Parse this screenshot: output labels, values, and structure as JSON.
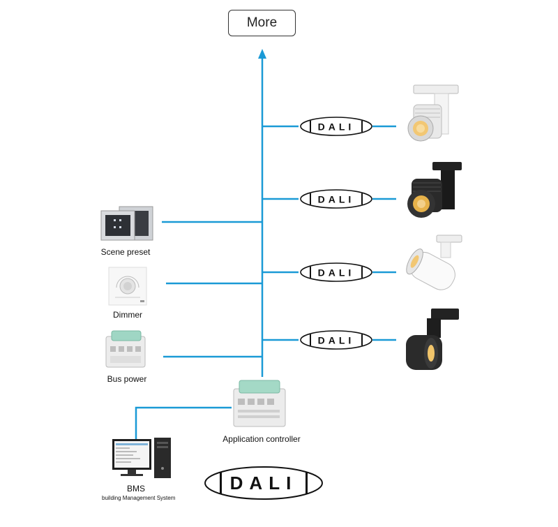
{
  "top": {
    "more_label": "More"
  },
  "inputs": [
    {
      "label": "Scene preset",
      "icon": "scene-preset-panel-icon"
    },
    {
      "label": "Dimmer",
      "icon": "dimmer-knob-icon"
    },
    {
      "label": "Bus power",
      "icon": "bus-power-module-icon"
    }
  ],
  "controller": {
    "label": "Application controller",
    "icon": "controller-module-icon"
  },
  "bms": {
    "label": "BMS",
    "sublabel": "building Management System",
    "icon": "computer-workstation-icon"
  },
  "dali_badge_text": "DALI",
  "outputs": [
    {
      "badge": "DALI",
      "icon": "white-track-spotlight-icon"
    },
    {
      "badge": "DALI",
      "icon": "black-track-spotlight-icon"
    },
    {
      "badge": "DALI",
      "icon": "white-cylinder-track-light-icon"
    },
    {
      "badge": "DALI",
      "icon": "black-cylinder-track-light-icon"
    }
  ],
  "colors": {
    "bus_line": "#1a9ad6",
    "badge_stroke": "#111111"
  }
}
